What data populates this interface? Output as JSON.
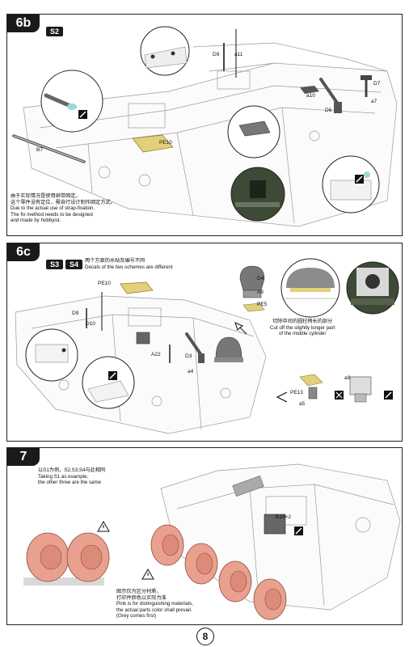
{
  "page_number": "8",
  "step_6b": {
    "title": "6b",
    "scheme": "S2",
    "parts": {
      "b7": "B7",
      "pe10": "PE10",
      "d9": "D9",
      "a11": "a11",
      "a10": "a10",
      "d6": "D6",
      "d7": "D7",
      "a7": "a7"
    },
    "note_cn_1": "由于实际情况是使用绑带固定。",
    "note_cn_2": "这个零件没有定位，需自行设计制作固定方式。",
    "note_en_1": "Due to the actual use of strap-fixation.",
    "note_en_2": "The fix method needs to be designed",
    "note_en_3": "and made by hobbyist."
  },
  "step_6c": {
    "title": "6c",
    "scheme_1": "S3",
    "scheme_2": "S4",
    "header_cn": "两个方案的水贴及编号不同",
    "header_en": "Decals of the two schemes are different",
    "parts": {
      "pe10": "PE10",
      "d9": "D9",
      "d10": "D10",
      "a22": "A22",
      "d3": "D3",
      "a4": "a4",
      "d4": "D4",
      "a8": "A8",
      "pe5": "PE5",
      "pe13": "PE13",
      "a5": "a5",
      "a9": "a9"
    },
    "cut_cn": "切除中间的圆柱稍长的部分",
    "cut_en_1": "Cut off the slightly longer part",
    "cut_en_2": "of the middle cylinder"
  },
  "step_7": {
    "title": "7",
    "intro_cn": "以S1为例，S2,S3,S4与此相同",
    "intro_en_1": "Taking S1 as example,",
    "intro_en_2": "the other three are the same",
    "part_b16": "B16×2",
    "pink_cn_1": "图示仅为区分材质，",
    "pink_cn_2": "打印件颜色以实际为准",
    "pink_en_1": "Pink is for distinguishing materials,",
    "pink_en_2": "the actual parts color shall prevail.",
    "pink_en_3": "(Grey comes first)"
  },
  "colors": {
    "frame": "#1a1a1a",
    "pink": "#e9a08f",
    "decal": "#e4cf7a",
    "olive": "#3c4a36",
    "cyan": "#9fd7d8"
  },
  "icons": [
    "glue-icon",
    "warning-icon",
    "cut-icon",
    "arrow-icon"
  ]
}
